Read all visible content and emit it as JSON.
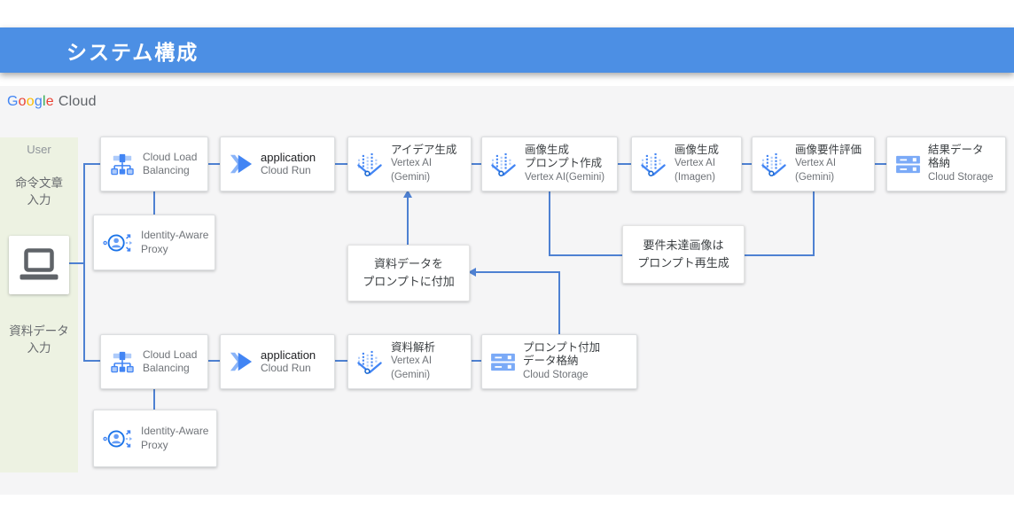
{
  "header": {
    "title": "システム構成"
  },
  "logo": {
    "letters": [
      {
        "ch": "G",
        "color": "#4285F4"
      },
      {
        "ch": "o",
        "color": "#EA4335"
      },
      {
        "ch": "o",
        "color": "#FBBC04"
      },
      {
        "ch": "g",
        "color": "#4285F4"
      },
      {
        "ch": "l",
        "color": "#34A853"
      },
      {
        "ch": "e",
        "color": "#EA4335"
      }
    ],
    "suffix": "Cloud",
    "suffix_color": "#5f6368"
  },
  "colors": {
    "header_bg": "#4c8fe4",
    "canvas_bg": "#f5f5f6",
    "panel_bg": "#edf2e2",
    "connector": "#4e81d2",
    "accent_blue": "#4285f4"
  },
  "user_panel": {
    "title": "User",
    "caption_top": [
      "命令文章",
      "入力"
    ],
    "caption_bottom": [
      "資料データ",
      "入力"
    ]
  },
  "nodes": {
    "clb_top": {
      "sub": [
        "Cloud Load",
        "Balancing"
      ]
    },
    "run_top": {
      "title": [
        "application"
      ],
      "sub": [
        "Cloud Run"
      ]
    },
    "idea_gen": {
      "title": [
        "アイデア生成"
      ],
      "sub": [
        "Vertex AI",
        "(Gemini)"
      ]
    },
    "img_prompt": {
      "title": [
        "画像生成",
        "プロンプト作成"
      ],
      "sub": [
        "Vertex AI(Gemini)"
      ]
    },
    "img_gen": {
      "title": [
        "画像生成"
      ],
      "sub": [
        "Vertex AI",
        "(Imagen)"
      ]
    },
    "img_eval": {
      "title": [
        "画像要件評価"
      ],
      "sub": [
        "Vertex AI",
        "(Gemini)"
      ]
    },
    "result_store": {
      "title": [
        "結果データ",
        "格納"
      ],
      "sub": [
        "Cloud Storage"
      ]
    },
    "iap_top": {
      "sub": [
        "Identity-Aware",
        "Proxy"
      ]
    },
    "clb_bottom": {
      "sub": [
        "Cloud Load",
        "Balancing"
      ]
    },
    "run_bottom": {
      "title": [
        "application"
      ],
      "sub": [
        "Cloud Run"
      ]
    },
    "doc_analysis": {
      "title": [
        "資料解析"
      ],
      "sub": [
        "Vertex AI",
        "(Gemini)"
      ]
    },
    "prompt_store": {
      "title": [
        "プロンプト付加",
        "データ格納"
      ],
      "sub": [
        "Cloud Storage"
      ]
    },
    "iap_bottom": {
      "sub": [
        "Identity-Aware",
        "Proxy"
      ]
    }
  },
  "labels": {
    "attach_data": [
      "資料データを",
      "プロンプトに付加"
    ],
    "regen_prompt": [
      "要件未達画像は",
      "プロンプト再生成"
    ]
  }
}
